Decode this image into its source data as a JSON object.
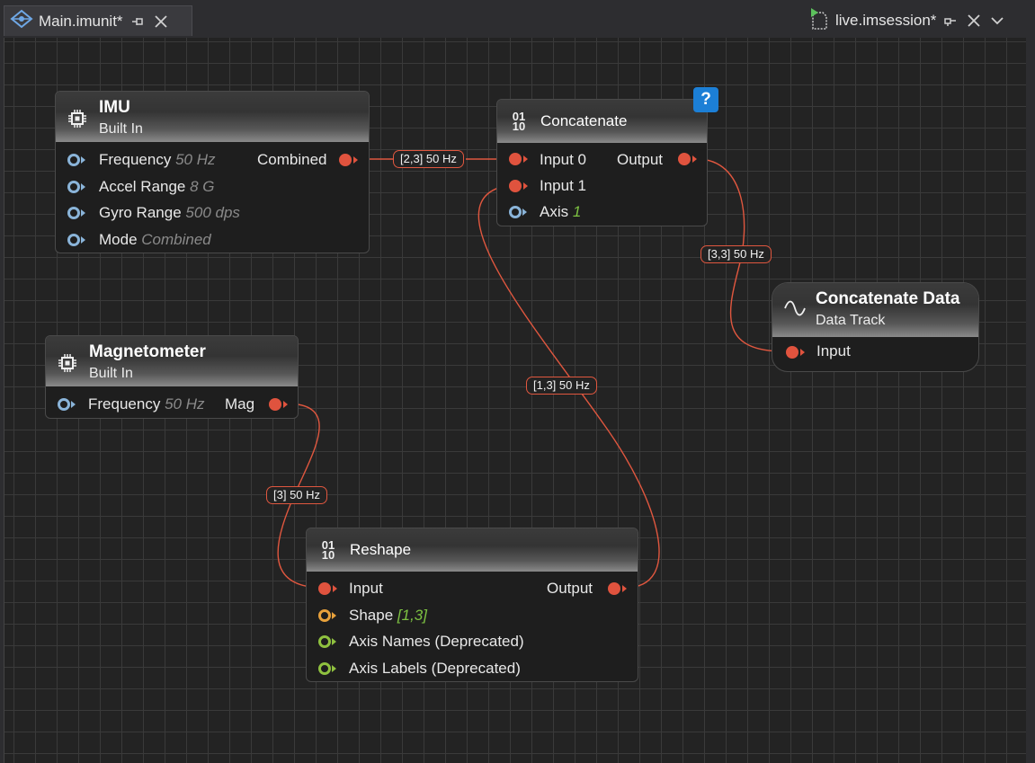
{
  "tabs": {
    "active": {
      "label": "Main.imunit*"
    },
    "right": {
      "label": "live.imsession*"
    }
  },
  "nodes": {
    "imu": {
      "title": "IMU",
      "subtitle": "Built In",
      "inputs": [
        {
          "label": "Frequency",
          "value": "50 Hz"
        },
        {
          "label": "Accel Range",
          "value": "8 G"
        },
        {
          "label": "Gyro Range",
          "value": "500 dps"
        },
        {
          "label": "Mode",
          "value": "Combined"
        }
      ],
      "output": "Combined"
    },
    "magnetometer": {
      "title": "Magnetometer",
      "subtitle": "Built In",
      "inputs": [
        {
          "label": "Frequency",
          "value": "50 Hz"
        }
      ],
      "output": "Mag"
    },
    "concatenate": {
      "title": "Concatenate",
      "help": "?",
      "inputs": [
        {
          "label": "Input 0"
        },
        {
          "label": "Input 1"
        },
        {
          "label": "Axis",
          "value": "1"
        }
      ],
      "output": "Output"
    },
    "concat_data": {
      "title": "Concatenate Data",
      "subtitle": "Data Track",
      "input": "Input"
    },
    "reshape": {
      "title": "Reshape",
      "inputs": [
        {
          "label": "Input"
        },
        {
          "label": "Shape",
          "value": "[1,3]"
        },
        {
          "label": "Axis Names (Deprecated)"
        },
        {
          "label": "Axis Labels (Deprecated)"
        }
      ],
      "output": "Output"
    }
  },
  "wires": {
    "imu_to_concat": "[2,3] 50 Hz",
    "concat_to_track": "[3,3] 50 Hz",
    "reshape_to_concat": "[1,3] 50 Hz",
    "mag_to_reshape": "[3] 50 Hz"
  },
  "icons": {
    "chip": "chip-icon",
    "binary": "binary-icon",
    "wave": "sine-wave-icon",
    "pin": "pin-icon",
    "close": "close-icon",
    "chevron": "chevron-down-icon"
  },
  "colors": {
    "wire": "#e0573f",
    "port_blue": "#8ab4d9",
    "port_orange": "#e8a13b",
    "port_green": "#8fc13f",
    "help": "#1c7fd6",
    "value_green": "#7dc242"
  }
}
